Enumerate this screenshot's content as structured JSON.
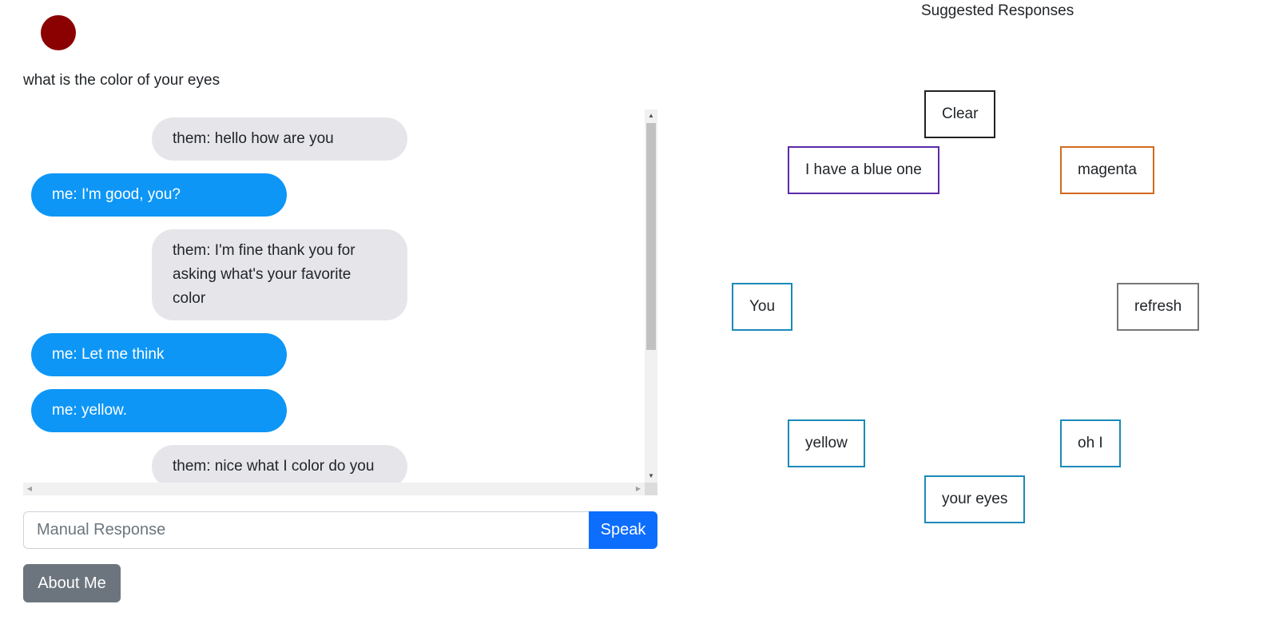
{
  "status": {
    "color": "#8b0000"
  },
  "prompt": {
    "text": "what is the color of your eyes"
  },
  "chat": {
    "messages": [
      {
        "text": "them: hello how are you"
      },
      {
        "text": "me: I'm good, you?"
      },
      {
        "text": "them: I'm fine thank you for asking what's your favorite color"
      },
      {
        "text": "me: Let me think"
      },
      {
        "text": "me: yellow."
      },
      {
        "text": "them: nice what I color do you"
      }
    ]
  },
  "manual": {
    "placeholder": "Manual Response",
    "speak_label": "Speak"
  },
  "about": {
    "label": "About Me"
  },
  "suggestions": {
    "title": "Suggested Responses",
    "buttons": [
      {
        "label": "Clear",
        "color": "#222222"
      },
      {
        "label": "I have a blue one",
        "color": "#5b2aa8"
      },
      {
        "label": "magenta",
        "color": "#d2691e"
      },
      {
        "label": "You",
        "color": "#1a8ab8"
      },
      {
        "label": "refresh",
        "color": "#777777"
      },
      {
        "label": "yellow",
        "color": "#1a8ab8"
      },
      {
        "label": "oh I",
        "color": "#1a8ab8"
      },
      {
        "label": "your eyes",
        "color": "#1a8ab8"
      }
    ]
  }
}
